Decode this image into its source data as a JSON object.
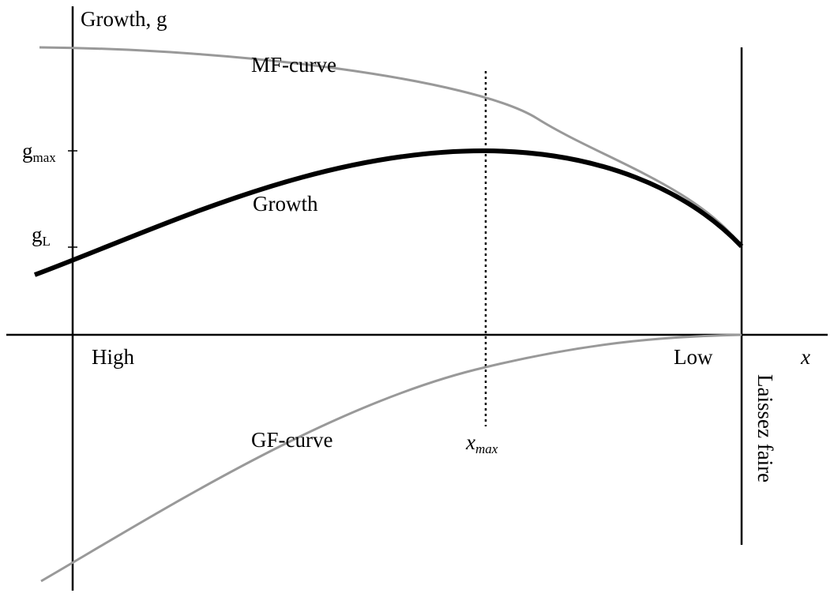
{
  "labels": {
    "y_axis": "Growth, g",
    "mf_curve": "MF-curve",
    "growth_curve": "Growth",
    "gf_curve": "GF-curve",
    "g_max_base": "g",
    "g_max_sub": "max",
    "g_l_base": "g",
    "g_l_sub": "L",
    "high": "High",
    "low": "Low",
    "x_axis": "x",
    "x_max_base": "x",
    "x_max_sub": "max",
    "laissez_faire": "Laissez faire"
  },
  "colors": {
    "axis": "#000000",
    "growth": "#000000",
    "mf_curve": "#999999",
    "gf_curve": "#999999"
  }
}
